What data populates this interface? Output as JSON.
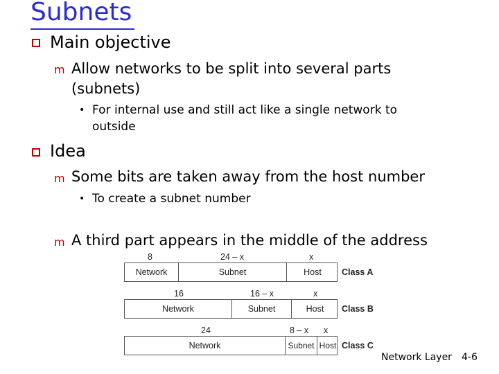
{
  "slide": {
    "title": "Subnets",
    "bullets": [
      {
        "text": "Main objective"
      },
      {
        "text": "Allow networks to be split into several parts"
      },
      {
        "text": "(subnets)"
      },
      {
        "text": "For internal use and still act like a single network to"
      },
      {
        "text": "outside"
      },
      {
        "text": "Idea"
      },
      {
        "text": "Some bits are taken away from the host number"
      },
      {
        "text": "To create a subnet number"
      },
      {
        "text": "A third part appears in the middle of the address"
      }
    ]
  },
  "diagram": {
    "classA": {
      "bits": [
        "8",
        "24 – x",
        "x"
      ],
      "fields": [
        "Network",
        "Subnet",
        "Host"
      ],
      "label": "Class A"
    },
    "classB": {
      "bits": [
        "16",
        "16 – x",
        "x"
      ],
      "fields": [
        "Network",
        "Subnet",
        "Host"
      ],
      "label": "Class B"
    },
    "classC": {
      "bits": [
        "24",
        "8 – x",
        "x"
      ],
      "fields": [
        "Network",
        "Subnet",
        "Host"
      ],
      "label": "Class C"
    }
  },
  "footer": {
    "chapter": "Network Layer",
    "page": "4-6"
  }
}
